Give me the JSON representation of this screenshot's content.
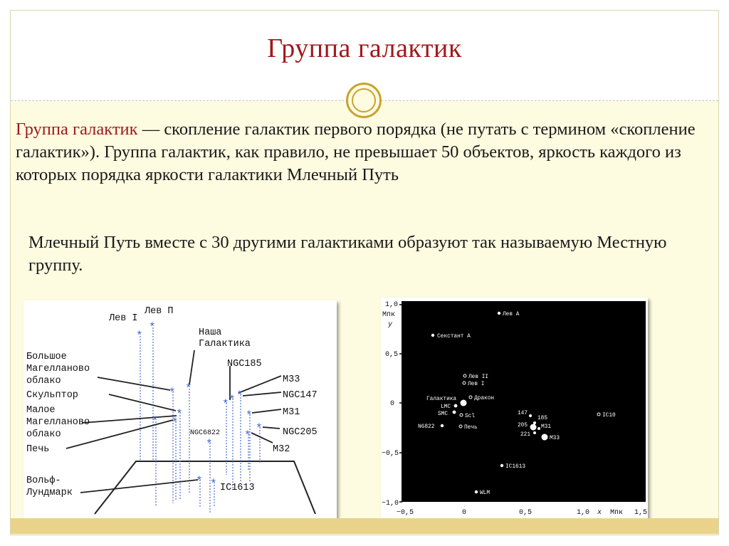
{
  "slide": {
    "title": "Группа галактик",
    "definition_term": "Группа галактик",
    "definition_rest": " — скопление галактик первого порядка (не путать с термином «скопление галактик»). Группа галактик, как правило, не превышает 50 объектов, яркость каждого из которых порядка яркости галактики Млечный Путь",
    "local_group_text": "Млечный Путь вместе с 30 другими галактиками образуют  так называемую  Местную группу."
  },
  "left_figure": {
    "labels": {
      "leo1": "Лев I",
      "leo2": "Лев П",
      "our_galaxy_1": "Наша",
      "our_galaxy_2": "Галактика",
      "lmc_1": "Большое",
      "lmc_2": "Магелланово",
      "lmc_3": "облако",
      "sculptor": "Скульптор",
      "smc_1": "Малое",
      "smc_2": "Магелланово",
      "smc_3": "облако",
      "fornax": "Печь",
      "ngc185": "NGC185",
      "m33": "M33",
      "ngc147": "NGC147",
      "m31": "M31",
      "ngc205": "NGC205",
      "m32": "M32",
      "ngc6822": "NGC6822",
      "wlm_1": "Вольф-",
      "wlm_2": "Лундмарк",
      "ic1613": "IC1613"
    }
  },
  "right_figure": {
    "axes": {
      "y_unit": "Мпк",
      "y_label": "y",
      "x_label": "x",
      "x_unit": "Мпк",
      "y_ticks": [
        "1,0",
        "0,5",
        "0",
        "−0,5",
        "−1,0"
      ],
      "x_ticks": [
        "−0,5",
        "0",
        "0,5",
        "1,0",
        "1,5"
      ]
    },
    "galaxies": {
      "leo_a": "Лев А",
      "sextans_a": "Секстант А",
      "leo2": "Лев II",
      "leo1": "Лев I",
      "galaxy": "Галактика",
      "draco": "Дракон",
      "lmc": "LMC",
      "scl": "Scl",
      "smc": "SMC",
      "n6822": "N6822",
      "fornax": "Печь",
      "g147": "147",
      "g185": "185",
      "g205": "205",
      "m31": "M31",
      "g221": "221",
      "m33": "M33",
      "ic10": "IC10",
      "ic1613": "IC1613",
      "wlm": "WLM"
    }
  },
  "colors": {
    "title": "#a0191b",
    "background": "#fdfbe0",
    "accent_gold": "#c9a230",
    "star_blue": "#3a5fc8"
  }
}
